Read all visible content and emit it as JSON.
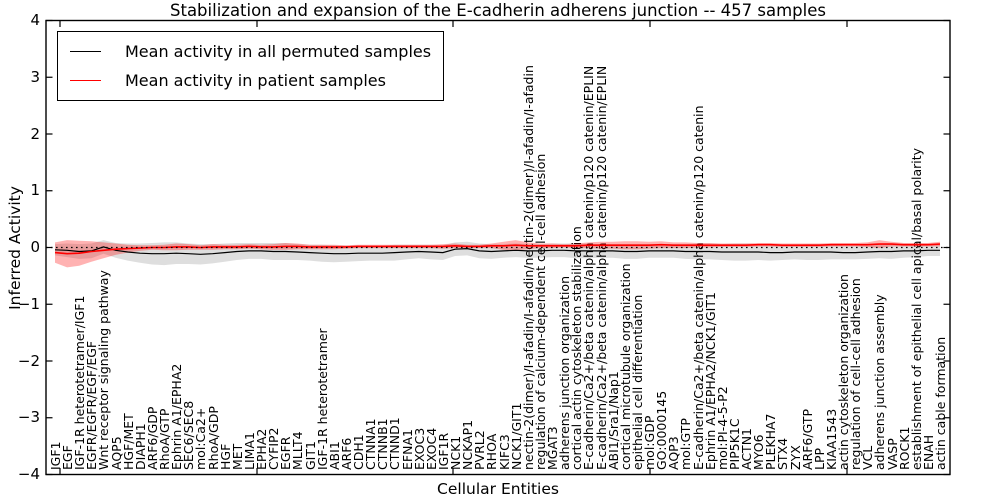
{
  "title": "Stabilization and expansion of the E-cadherin adherens junction -- 457 samples",
  "legend": {
    "entries": [
      {
        "label": "Mean activity in all permuted samples",
        "color": "#000000"
      },
      {
        "label": "Mean activity in patient samples",
        "color": "#ff0000"
      }
    ]
  },
  "axes": {
    "ylabel": "Inferred Activity",
    "xlabel": "Cellular Entities",
    "ytick_labels": [
      "4",
      "3",
      "2",
      "1",
      "0",
      "−1",
      "−2",
      "−3",
      "−4"
    ],
    "ytick_values": [
      4,
      3,
      2,
      1,
      0,
      -1,
      -2,
      -3,
      -4
    ],
    "ylim": [
      -4,
      4
    ]
  },
  "colors": {
    "permuted_line": "#000000",
    "permuted_band": "rgba(0,0,0,0.13)",
    "patient_line": "#ff0000",
    "patient_band": "rgba(255,0,0,0.30)",
    "zero_line": "#000000",
    "frame": "#000000"
  },
  "chart_data": {
    "type": "line",
    "title": "Stabilization and expansion of the E-cadherin adherens junction -- 457 samples",
    "xlabel": "Cellular Entities",
    "ylabel": "Inferred Activity",
    "ylim": [
      -4,
      4
    ],
    "grid": false,
    "legend_position": "upper left",
    "zero_reference_line": true,
    "categories": [
      "IGF1",
      "EGF",
      "IGF-1R heterotetramer/IGF1",
      "EGFR/EGFR/EGF/EGF",
      "Wnt receptor signaling pathway",
      "AQP5",
      "HGF/MET",
      "DIAPH1",
      "ARF6/GDP",
      "RhoA/GTP",
      "Ephrin A1/EPHA2",
      "SEC6/SEC8",
      "mol:Ca2+",
      "RhoA/GDP",
      "HGF",
      "MET",
      "LIMA1",
      "EPHA2",
      "CYFIP2",
      "EGFR",
      "MLLT4",
      "GIT1",
      "IGF-1R heterotetramer",
      "ABI1",
      "ARF6",
      "CDH1",
      "CTNNA1",
      "CTNNB1",
      "CTNND1",
      "EFNA1",
      "EXOC3",
      "EXOC4",
      "IGF1R",
      "NCK1",
      "NCKAP1",
      "PVRL2",
      "RHOA",
      "KIFC3",
      "NCK1/GIT1",
      "nectin-2(dimer)/I-afadin/I-afadin/nectin-2(dimer)/I-afadin/I-afadin",
      "regulation of calcium-dependent cell-cell adhesion",
      "MGAT3",
      "adherens junction organization",
      "cortical actin cytoskeleton stabilization",
      "E-cadherin/Ca2+/beta catenin/alpha catenin/p120 catenin/EPLIN",
      "E-cadherin/Ca2+/beta catenin/alpha catenin/p120 catenin/EPLIN",
      "ABI1/Sra1/Nap1",
      "cortical microtubule organization",
      "epithelial cell differentiation",
      "mol:GDP",
      "GO:0000145",
      "AQP3",
      "mol:GTP",
      "E-cadherin/Ca2+/beta catenin/alpha catenin/p120 catenin",
      "Ephrin A1/EPHA2/NCK1/GIT1",
      "mol:PI-4-5-P2",
      "PIP5K1C",
      "ACTN1",
      "MYO6",
      "PLEKHA7",
      "STX4",
      "ZYX",
      "ARF6/GTP",
      "LPP",
      "KIAA1543",
      "actin cytoskeleton organization",
      "regulation of cell-cell adhesion",
      "VCL",
      "adherens junction assembly",
      "VASP",
      "ROCK1",
      "establishment of epithelial cell apical/basal polarity",
      "ENAH",
      "actin cable formation"
    ],
    "series": [
      {
        "name": "Mean activity in all permuted samples",
        "color": "#000000",
        "band_color": "rgba(0,0,0,0.13)",
        "values": [
          -0.04,
          -0.05,
          -0.07,
          -0.06,
          0.01,
          -0.05,
          -0.08,
          -0.1,
          -0.11,
          -0.11,
          -0.1,
          -0.11,
          -0.12,
          -0.11,
          -0.09,
          -0.07,
          -0.06,
          -0.06,
          -0.07,
          -0.07,
          -0.08,
          -0.09,
          -0.1,
          -0.11,
          -0.11,
          -0.1,
          -0.1,
          -0.1,
          -0.09,
          -0.08,
          -0.07,
          -0.08,
          -0.09,
          -0.03,
          -0.02,
          -0.06,
          -0.07,
          -0.06,
          -0.05,
          -0.06,
          -0.06,
          -0.05,
          -0.05,
          -0.06,
          -0.06,
          -0.06,
          -0.06,
          -0.07,
          -0.07,
          -0.06,
          -0.06,
          -0.06,
          -0.07,
          -0.07,
          -0.07,
          -0.08,
          -0.08,
          -0.08,
          -0.08,
          -0.09,
          -0.09,
          -0.08,
          -0.08,
          -0.08,
          -0.08,
          -0.09,
          -0.09,
          -0.08,
          -0.07,
          -0.07,
          -0.06,
          -0.06,
          -0.05,
          -0.05
        ],
        "band_halfwidth": [
          0.1,
          0.12,
          0.13,
          0.13,
          0.12,
          0.13,
          0.15,
          0.17,
          0.19,
          0.2,
          0.19,
          0.18,
          0.18,
          0.17,
          0.16,
          0.15,
          0.14,
          0.14,
          0.15,
          0.15,
          0.14,
          0.14,
          0.15,
          0.15,
          0.14,
          0.14,
          0.13,
          0.13,
          0.14,
          0.13,
          0.12,
          0.13,
          0.13,
          0.12,
          0.12,
          0.13,
          0.13,
          0.12,
          0.12,
          0.12,
          0.12,
          0.12,
          0.12,
          0.13,
          0.13,
          0.12,
          0.12,
          0.13,
          0.13,
          0.12,
          0.12,
          0.12,
          0.13,
          0.14,
          0.14,
          0.14,
          0.15,
          0.15,
          0.14,
          0.14,
          0.13,
          0.13,
          0.14,
          0.14,
          0.13,
          0.12,
          0.12,
          0.12,
          0.12,
          0.13,
          0.12,
          0.11,
          0.1,
          0.1
        ]
      },
      {
        "name": "Mean activity in patient samples",
        "color": "#ff0000",
        "band_color": "rgba(255,0,0,0.30)",
        "values": [
          -0.09,
          -0.11,
          -0.1,
          -0.07,
          -0.05,
          -0.03,
          -0.02,
          -0.01,
          0.0,
          0.0,
          0.01,
          0.01,
          0.0,
          0.01,
          0.01,
          0.01,
          0.02,
          0.01,
          0.01,
          0.02,
          0.02,
          0.01,
          0.01,
          0.01,
          0.01,
          0.02,
          0.02,
          0.02,
          0.02,
          0.02,
          0.02,
          0.02,
          0.02,
          0.03,
          0.02,
          0.02,
          0.03,
          0.03,
          0.04,
          0.03,
          0.03,
          0.03,
          0.03,
          0.03,
          0.04,
          0.04,
          0.04,
          0.04,
          0.04,
          0.04,
          0.05,
          0.04,
          0.04,
          0.04,
          0.04,
          0.04,
          0.04,
          0.04,
          0.05,
          0.05,
          0.04,
          0.04,
          0.04,
          0.04,
          0.05,
          0.05,
          0.05,
          0.05,
          0.06,
          0.06,
          0.05,
          0.05,
          0.05,
          0.06
        ],
        "band_halfwidth": [
          0.18,
          0.24,
          0.22,
          0.18,
          0.14,
          0.1,
          0.07,
          0.05,
          0.04,
          0.05,
          0.06,
          0.05,
          0.04,
          0.05,
          0.04,
          0.04,
          0.04,
          0.04,
          0.05,
          0.06,
          0.05,
          0.04,
          0.04,
          0.04,
          0.03,
          0.03,
          0.03,
          0.03,
          0.03,
          0.03,
          0.03,
          0.03,
          0.04,
          0.04,
          0.03,
          0.03,
          0.04,
          0.07,
          0.09,
          0.06,
          0.04,
          0.04,
          0.03,
          0.04,
          0.05,
          0.06,
          0.06,
          0.07,
          0.07,
          0.06,
          0.06,
          0.05,
          0.05,
          0.04,
          0.04,
          0.03,
          0.03,
          0.03,
          0.03,
          0.03,
          0.03,
          0.03,
          0.03,
          0.03,
          0.03,
          0.03,
          0.03,
          0.04,
          0.07,
          0.04,
          0.03,
          0.03,
          0.03,
          0.04
        ]
      }
    ]
  }
}
